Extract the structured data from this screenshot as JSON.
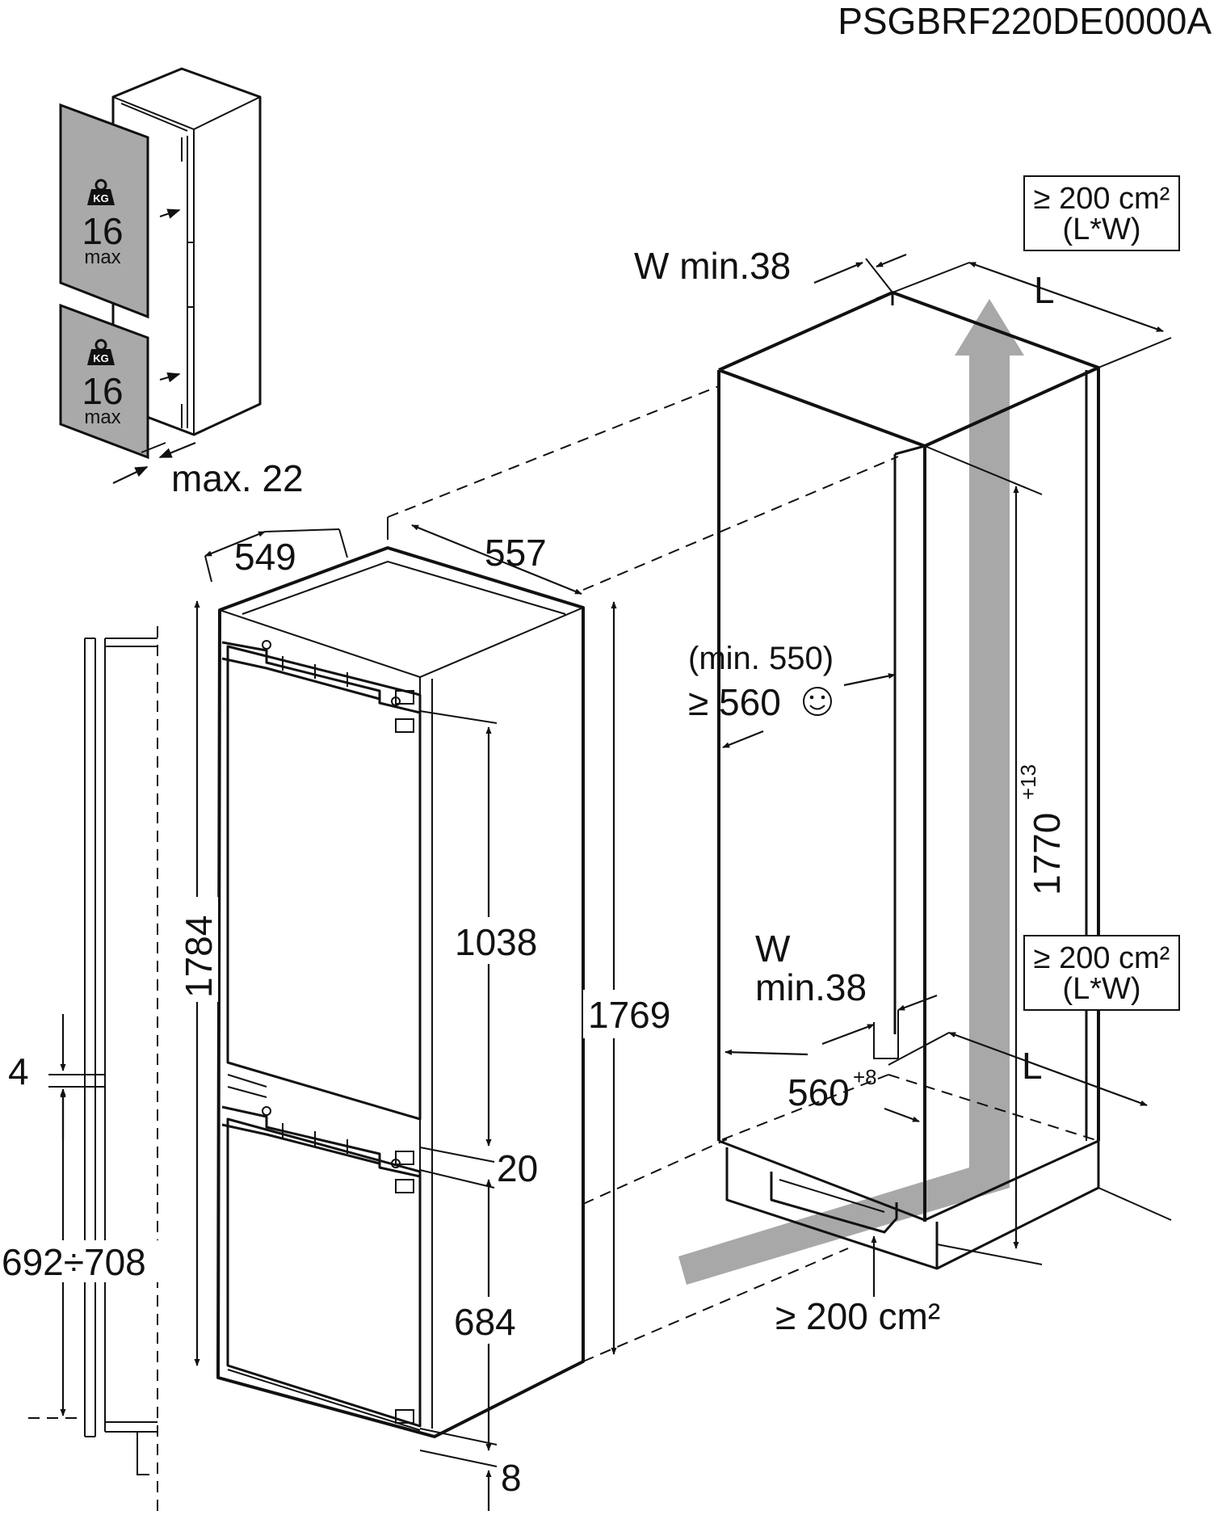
{
  "model_code": "PSGBRF220DE0000A",
  "door_panels": [
    {
      "kg_icon_text": "KG",
      "weight": "16",
      "weight_unit": "max"
    },
    {
      "kg_icon_text": "KG",
      "weight": "16",
      "weight_unit": "max"
    }
  ],
  "door_thickness_label": "max. 22",
  "appliance_dimensions": {
    "depth": "549",
    "width": "557",
    "total_height": "1784",
    "body_height": "1769",
    "upper_door_height": "1038",
    "door_gap": "20",
    "lower_door_height": "684",
    "bottom_gap": "8"
  },
  "side_profile": {
    "gap_label": "4",
    "lower_range_label": "692÷708"
  },
  "niche": {
    "vent_top_area_line1": "≥ 200 cm²",
    "vent_top_area_line2": "(L*W)",
    "vent_mid_area_line1": "≥ 200 cm²",
    "vent_mid_area_line2": "(L*W)",
    "vent_bottom_area": "≥ 200 cm²",
    "w_min_top": "W min.38",
    "w_min_mid_line1": "W",
    "w_min_mid_line2": "min.38",
    "l_top": "L",
    "l_mid": "L",
    "depth_min_line1": "(min. 550)",
    "depth_min_line2": "≥ 560",
    "smiley_icon": "smiley-icon",
    "niche_height": "1770",
    "niche_height_tolerance": "+13",
    "niche_width": "560",
    "niche_width_tolerance": "+8"
  }
}
